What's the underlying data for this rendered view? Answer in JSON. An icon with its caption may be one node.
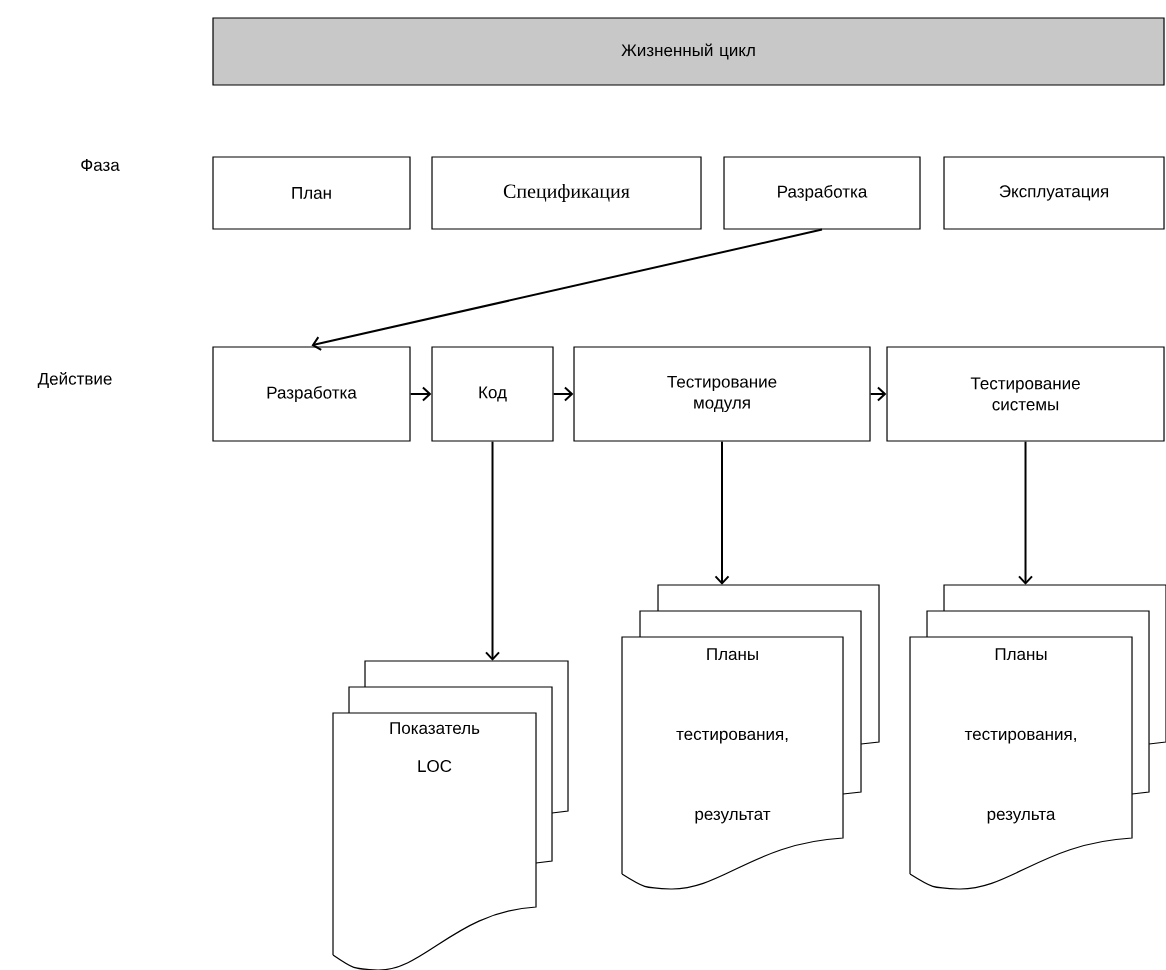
{
  "diagram": {
    "nodes": [
      {
        "text": [
          "Жизненный цикл"
        ]
      },
      {
        "text": [
          "План"
        ]
      },
      {
        "text": [
          "Спецификация"
        ]
      },
      {
        "text": [
          "Разработка"
        ]
      },
      {
        "text": [
          "Эксплуатация"
        ]
      },
      {
        "text": [
          "Разработка"
        ]
      },
      {
        "text": [
          "Код"
        ]
      },
      {
        "text": [
          "Тестирование модуля"
        ]
      },
      {
        "text": [
          "Тестирование системы"
        ]
      },
      {
        "text": [
          "Показатель LOC"
        ]
      },
      {
        "text": [
          "Планы тестирования, результат"
        ]
      },
      {
        "text": [
          "Планы тестирования, результа"
        ]
      }
    ],
    "edges": [
      {
        "from": 3,
        "to": 5,
        "arrow": "to"
      },
      {
        "from": 5,
        "to": 6,
        "arrow": "to"
      },
      {
        "from": 6,
        "to": 7,
        "arrow": "to"
      },
      {
        "from": 7,
        "to": 8,
        "arrow": "to"
      },
      {
        "from": 6,
        "to": 9,
        "arrow": "to"
      },
      {
        "from": 7,
        "to": 10,
        "arrow": "to"
      },
      {
        "from": 8,
        "to": 11,
        "arrow": "to"
      }
    ],
    "labels": [
      "Фаза",
      "Действие"
    ]
  }
}
